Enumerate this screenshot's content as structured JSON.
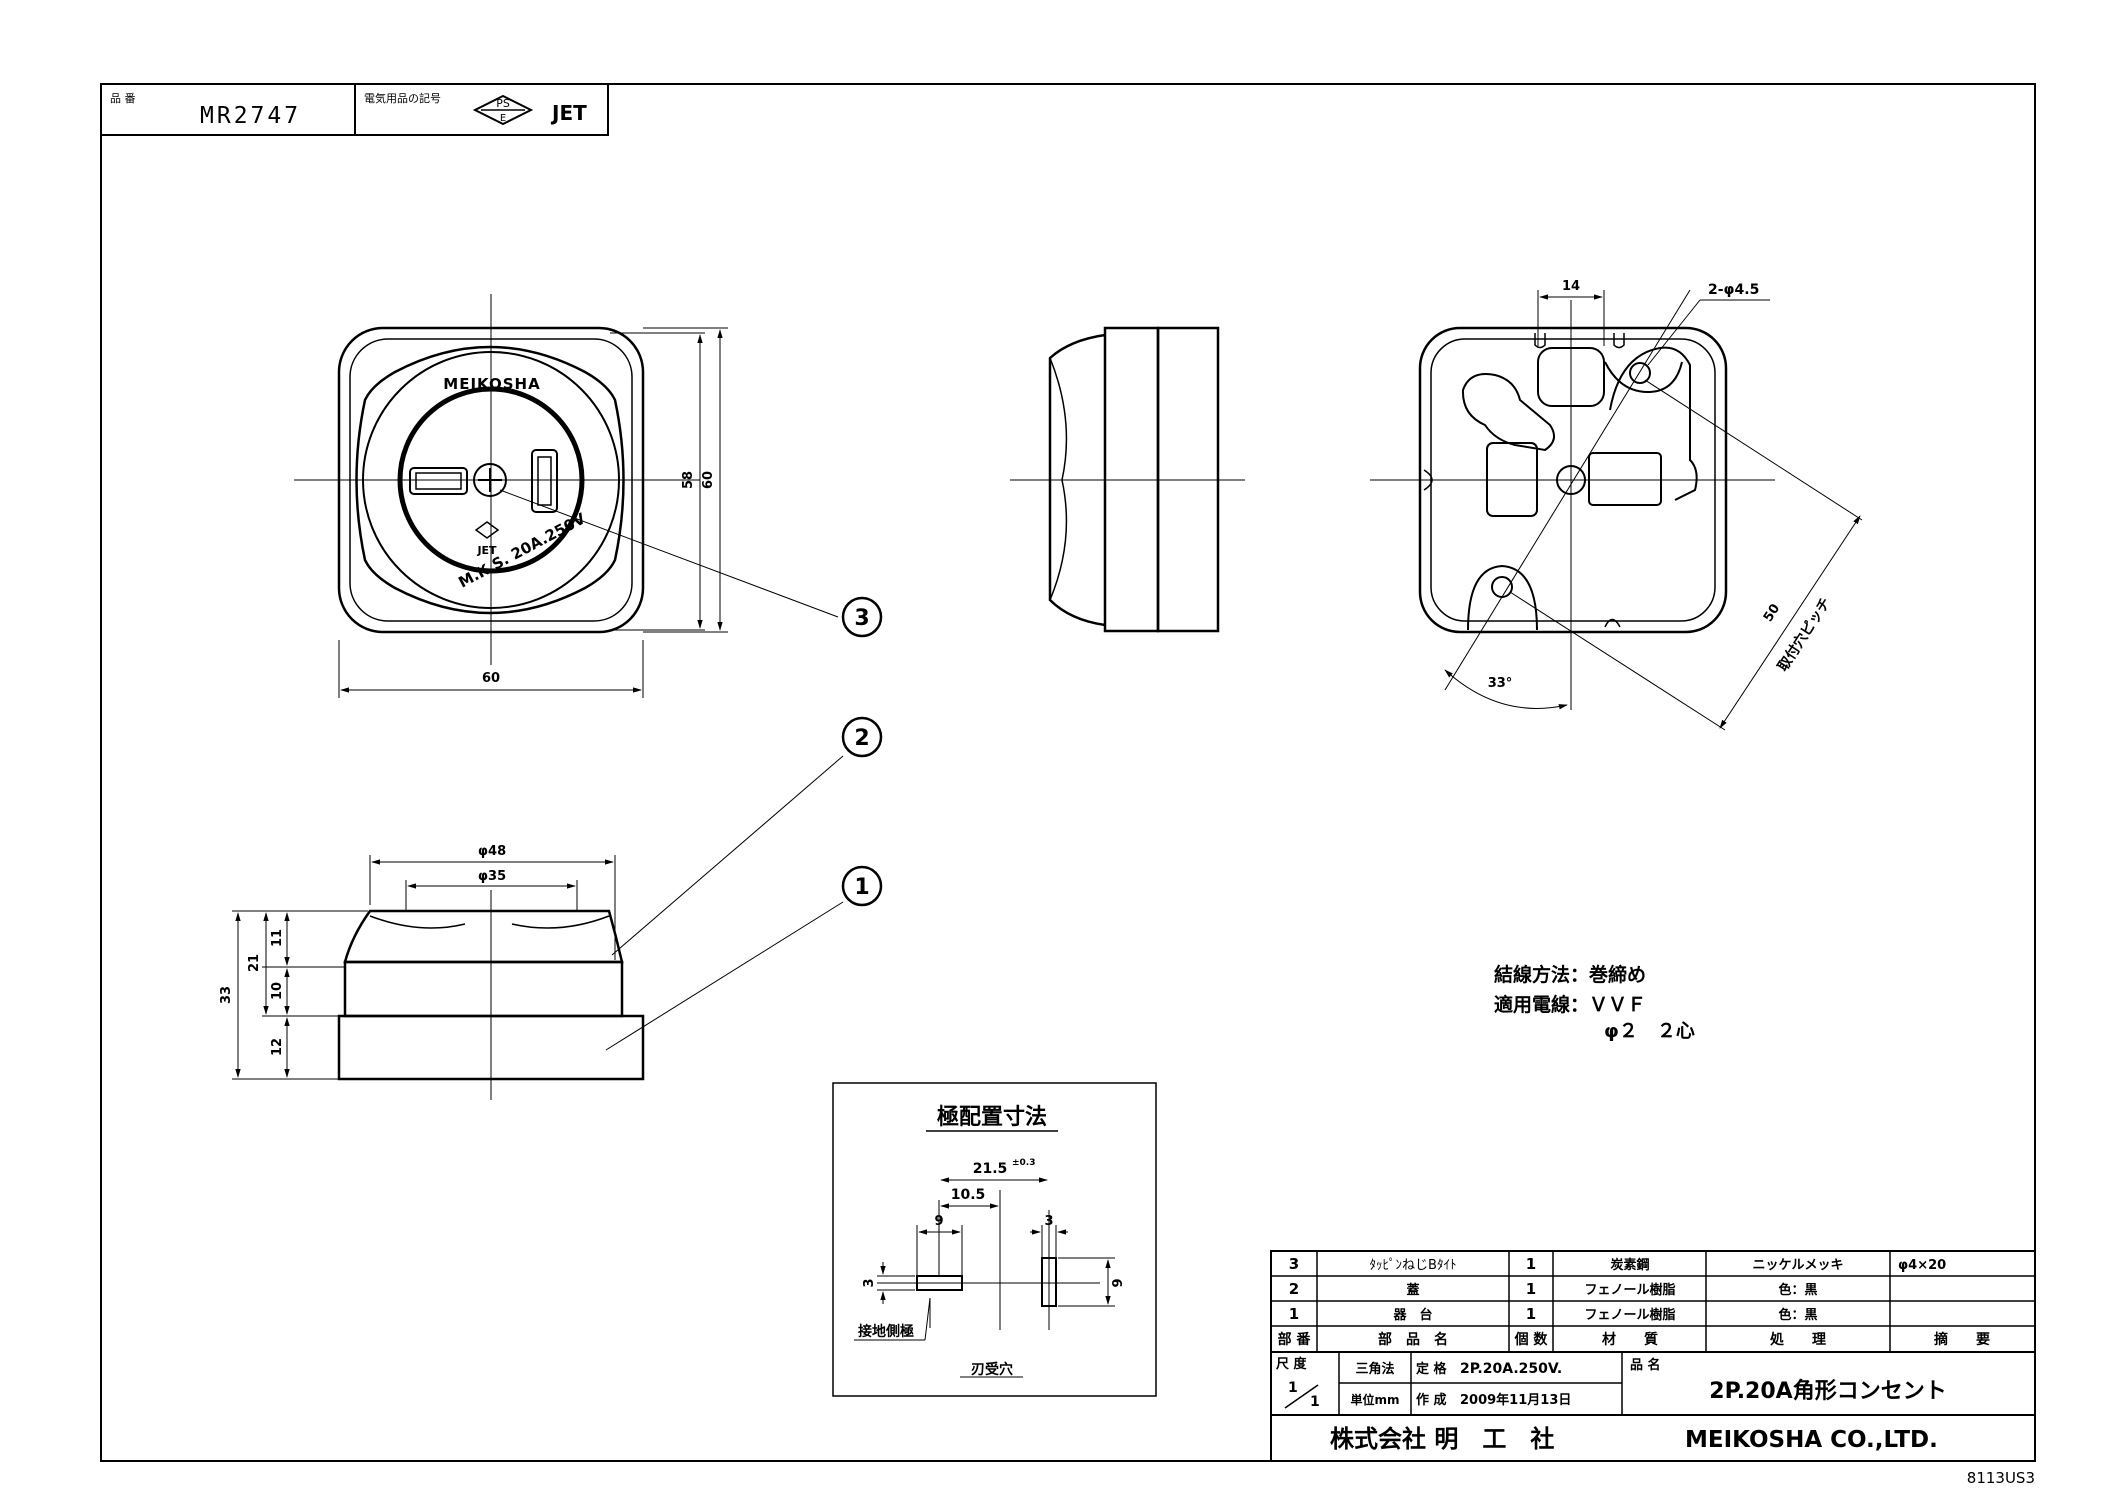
{
  "header": {
    "part_no_label": "品 番",
    "part_no": "MR2747",
    "mark_label": "電気用品の記号",
    "pse_top": "PS",
    "pse_bottom": "E",
    "jet": "JET"
  },
  "front_view": {
    "brand": "MEIKOSHA",
    "rating_text": "M.K.S. 20A.250V",
    "mini_mark_text": "JET",
    "dim_width": "60",
    "dim_height_inner": "58",
    "dim_height_outer": "60"
  },
  "back_view": {
    "dim_top": "14",
    "hole_label": "2-φ4.5",
    "angle_label": "33°",
    "pitch_value": "50",
    "pitch_label": "取付穴ピッチ"
  },
  "side_view": {
    "dim_outer_dia": "φ48",
    "dim_inner_dia": "φ35",
    "dim_total": "33",
    "dim_upper": "21",
    "dim_top": "11",
    "dim_mid": "10",
    "dim_base": "12"
  },
  "balloons": [
    "3",
    "2",
    "1"
  ],
  "wiring": {
    "method_label": "結線方法：巻締め",
    "wire_label": "適用電線：ＶＶＦ",
    "wire_size": "φ２　２心"
  },
  "pole_detail": {
    "title": "極配置寸法",
    "dim_a": "21.5",
    "dim_a_tol": "±0.3",
    "dim_b": "10.5",
    "dim_c": "9",
    "dim_d": "3",
    "dim_e": "3",
    "dim_f": "9",
    "label_ground": "接地側極",
    "label_slot": "刃受穴"
  },
  "parts_table": {
    "headers": [
      "部 番",
      "部　品　名",
      "個 数",
      "材　　質",
      "処　　理",
      "摘　　要"
    ],
    "rows": [
      [
        "3",
        "ﾀｯﾋﾟﾝねじBﾀｲﾄ",
        "1",
        "炭素鋼",
        "ニッケルメッキ",
        "φ4×20"
      ],
      [
        "2",
        "蓋",
        "1",
        "フェノール樹脂",
        "色：黒",
        ""
      ],
      [
        "1",
        "器　台",
        "1",
        "フェノール樹脂",
        "色：黒",
        ""
      ]
    ]
  },
  "title_block": {
    "scale_label": "尺 度",
    "scale_top": "1",
    "scale_bottom": "1",
    "projection": "三角法",
    "unit": "単位mm",
    "rating_label": "定 格",
    "rating": "2P.20A.250V.",
    "created_label": "作 成",
    "created": "2009年11月13日",
    "name_label": "品 名",
    "product_name": "2P.20A角形コンセント",
    "company_jp": "株式会社 明　工　社",
    "company_en": "MEIKOSHA CO.,LTD.",
    "drawing_no": "8113US3"
  }
}
